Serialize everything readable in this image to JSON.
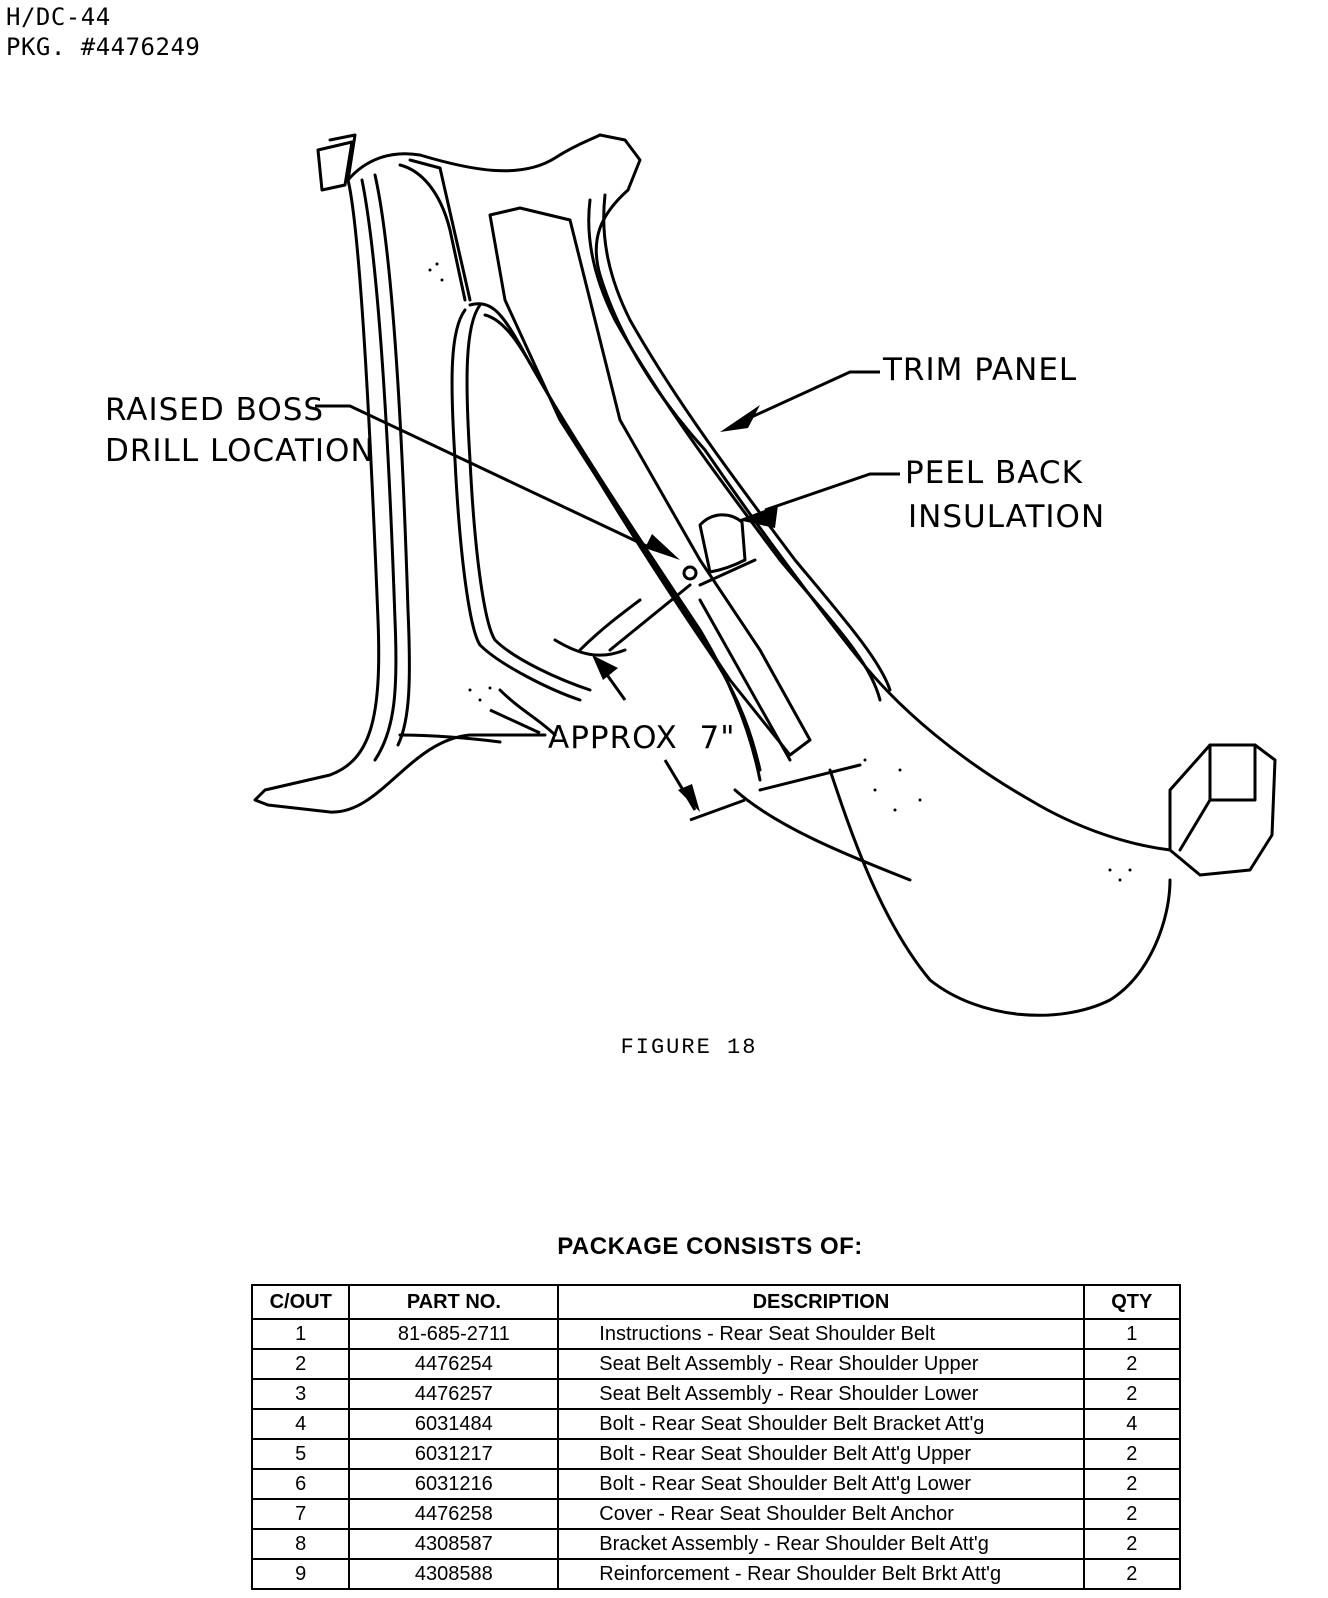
{
  "header": {
    "code": "H/DC-44",
    "package": "PKG. #4476249"
  },
  "figure": {
    "callouts": {
      "trim_panel": "TRIM PANEL",
      "raised_boss_line1": "RAISED BOSS",
      "raised_boss_line2": "DRILL LOCATION",
      "peel_back_line1": "PEEL BACK",
      "peel_back_line2": "INSULATION",
      "approx": "APPROX  7\""
    },
    "caption": "FIGURE 18"
  },
  "package": {
    "title": "PACKAGE CONSISTS OF:",
    "columns": [
      "C/OUT",
      "PART NO.",
      "DESCRIPTION",
      "QTY"
    ],
    "rows": [
      [
        "1",
        "81-685-2711",
        "Instructions - Rear Seat Shoulder Belt",
        "1"
      ],
      [
        "2",
        "4476254",
        "Seat Belt Assembly - Rear Shoulder Upper",
        "2"
      ],
      [
        "3",
        "4476257",
        "Seat Belt Assembly - Rear Shoulder Lower",
        "2"
      ],
      [
        "4",
        "6031484",
        "Bolt - Rear Seat Shoulder Belt Bracket Att'g",
        "4"
      ],
      [
        "5",
        "6031217",
        "Bolt - Rear Seat Shoulder Belt Att'g Upper",
        "2"
      ],
      [
        "6",
        "6031216",
        "Bolt - Rear Seat Shoulder Belt Att'g Lower",
        "2"
      ],
      [
        "7",
        "4476258",
        "Cover - Rear Seat Shoulder Belt Anchor",
        "2"
      ],
      [
        "8",
        "4308587",
        "Bracket Assembly - Rear Shoulder Belt Att'g",
        "2"
      ],
      [
        "9",
        "4308588",
        "Reinforcement - Rear Shoulder Belt Brkt Att'g",
        "2"
      ]
    ]
  }
}
